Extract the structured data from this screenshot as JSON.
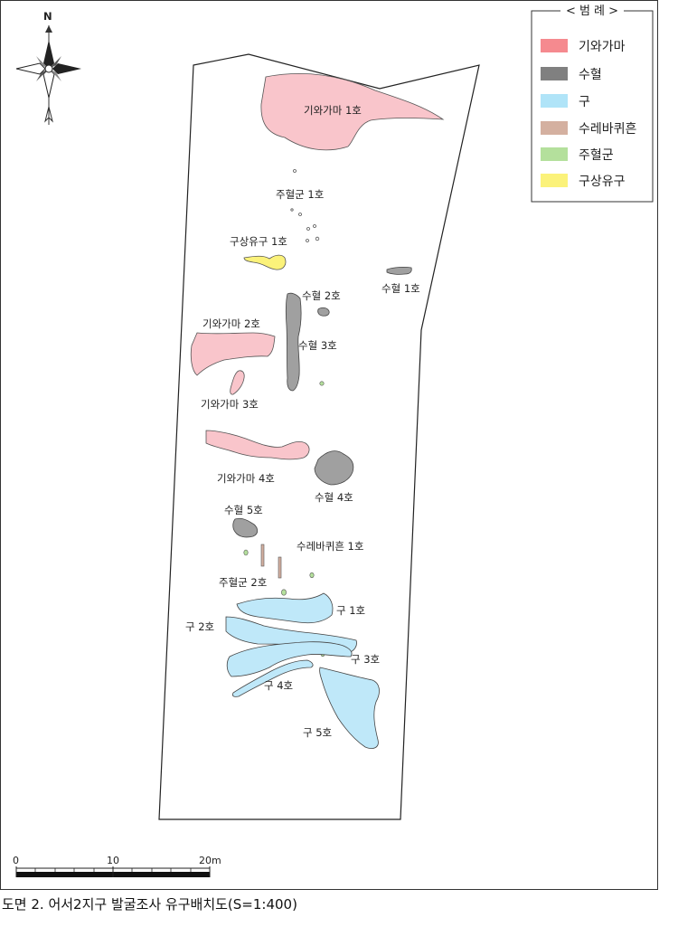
{
  "north_label": "N",
  "legend": {
    "title": "< 범 례 >",
    "items": [
      {
        "label": "기와가마",
        "color": "#f58a8f"
      },
      {
        "label": "수혈",
        "color": "#808080"
      },
      {
        "label": "구",
        "color": "#b0e4f8"
      },
      {
        "label": "수레바퀴흔",
        "color": "#d4b0a0"
      },
      {
        "label": "주혈군",
        "color": "#b4e09c"
      },
      {
        "label": "구상유구",
        "color": "#fbf27a"
      }
    ]
  },
  "feature_colors": {
    "kiln": "#f9c5cb",
    "pit": "#a0a0a0",
    "ditch": "#bfe8f9",
    "wheel": "#d4b0a0",
    "posthole": "#b4e09c",
    "linear": "#fbf27a"
  },
  "labels": {
    "kiln1": "기와가마 1호",
    "posthole1": "주혈군 1호",
    "linear1": "구상유구 1호",
    "pit1": "수혈 1호",
    "pit2": "수혈 2호",
    "kiln2": "기와가마 2호",
    "pit3": "수혈 3호",
    "kiln3": "기와가마 3호",
    "kiln4": "기와가마 4호",
    "pit4": "수혈 4호",
    "pit5": "수혈 5호",
    "wheel1": "수레바퀴흔 1호",
    "posthole2": "주혈군 2호",
    "ditch1": "구 1호",
    "ditch2": "구 2호",
    "ditch3": "구 3호",
    "ditch4": "구 4호",
    "ditch5": "구 5호"
  },
  "scale": {
    "labels": [
      "0",
      "10",
      "20m"
    ]
  },
  "caption": "도면 2. 어서2지구 발굴조사 유구배치도(S=1:400)"
}
